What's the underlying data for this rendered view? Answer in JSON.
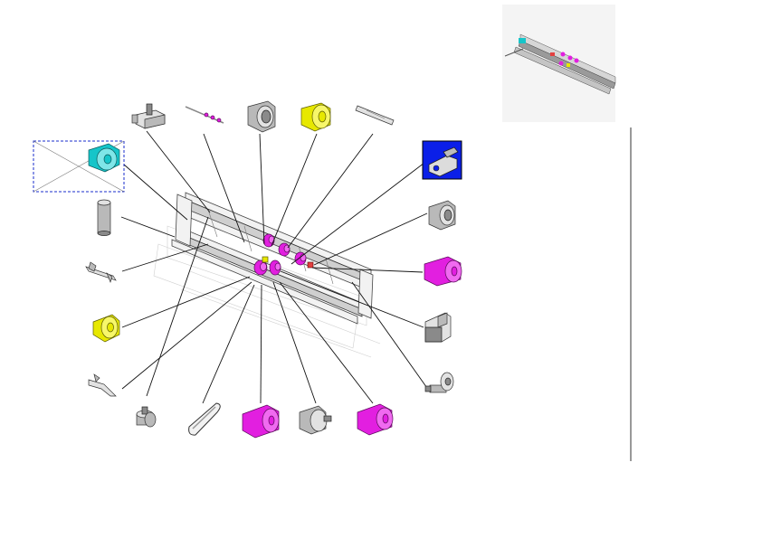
{
  "diagram": {
    "kind": "exploded parts illustration",
    "colors": {
      "callout": "#111111",
      "magenta_part": "#e21fe0",
      "yellow_part": "#e7e800",
      "cyan_part": "#16c5c9",
      "selected_background": "#0b1fe8",
      "placeholder_border": "#1a2ccc"
    },
    "parts": [
      {
        "id": "bracket-top-left",
        "icon": "bracket-icon",
        "color": "gray"
      },
      {
        "id": "roller-shaft-top",
        "icon": "shaft-icon",
        "color": "magenta"
      },
      {
        "id": "bushing-top",
        "icon": "bushing-icon",
        "color": "gray"
      },
      {
        "id": "yellow-gear-top",
        "icon": "gear-icon",
        "color": "yellow"
      },
      {
        "id": "guide-plate-top",
        "icon": "plate-icon",
        "color": "gray"
      },
      {
        "id": "cyan-gear-selected-placeholder",
        "icon": "gear-icon",
        "color": "cyan"
      },
      {
        "id": "sleeve-left",
        "icon": "sleeve-icon",
        "color": "gray"
      },
      {
        "id": "lever-left",
        "icon": "lever-icon",
        "color": "gray"
      },
      {
        "id": "yellow-gear-left",
        "icon": "gear-icon",
        "color": "yellow"
      },
      {
        "id": "spring-clip-left",
        "icon": "clip-icon",
        "color": "gray"
      },
      {
        "id": "pin-bottom-left",
        "icon": "pin-icon",
        "color": "gray"
      },
      {
        "id": "belt-bottom",
        "icon": "belt-icon",
        "color": "gray"
      },
      {
        "id": "magenta-roller-bottom-1",
        "icon": "roller-icon",
        "color": "magenta"
      },
      {
        "id": "pulley-bottom",
        "icon": "pulley-icon",
        "color": "gray"
      },
      {
        "id": "magenta-roller-bottom-2",
        "icon": "roller-icon",
        "color": "magenta"
      },
      {
        "id": "selected-link-right",
        "icon": "link-icon",
        "color": "gray"
      },
      {
        "id": "bushing-right",
        "icon": "bushing-icon",
        "color": "gray"
      },
      {
        "id": "magenta-roller-right",
        "icon": "roller-icon",
        "color": "magenta"
      },
      {
        "id": "block-right",
        "icon": "block-icon",
        "color": "gray"
      },
      {
        "id": "pin-right",
        "icon": "pin-icon",
        "color": "gray"
      }
    ]
  },
  "thumbnail": {
    "description_icon": "assembly-thumbnail-icon"
  }
}
